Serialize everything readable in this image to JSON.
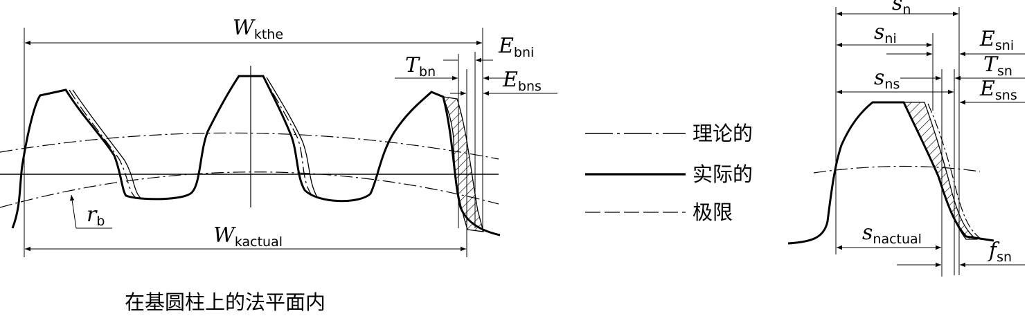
{
  "caption": "在基圆柱上的法平面内",
  "legend": [
    {
      "label": "理论的",
      "style": "dash-dot"
    },
    {
      "label": "实际的",
      "style": "solid-bold"
    },
    {
      "label": "极限",
      "style": "dashed"
    }
  ],
  "left_labels": {
    "w_kthe": {
      "main": "W",
      "sub": "kthe"
    },
    "w_kactual": {
      "main": "W",
      "sub": "kactual"
    },
    "r_b": {
      "main": "r",
      "sub": "b"
    },
    "t_bn": {
      "main": "T",
      "sub": "bn"
    },
    "e_bni": {
      "main": "E",
      "sub": "bni"
    },
    "e_bns": {
      "main": "E",
      "sub": "bns"
    }
  },
  "right_labels": {
    "s_n": {
      "main": "s",
      "sub": "n"
    },
    "s_ni": {
      "main": "s",
      "sub": "ni"
    },
    "s_ns": {
      "main": "s",
      "sub": "ns"
    },
    "e_sni": {
      "main": "E",
      "sub": "sni"
    },
    "t_sn": {
      "main": "T",
      "sub": "sn"
    },
    "e_sns": {
      "main": "E",
      "sub": "sns"
    },
    "s_nactual": {
      "main": "s",
      "sub": "nactual"
    },
    "f_sn": {
      "main": "f",
      "sub": "sn"
    }
  }
}
